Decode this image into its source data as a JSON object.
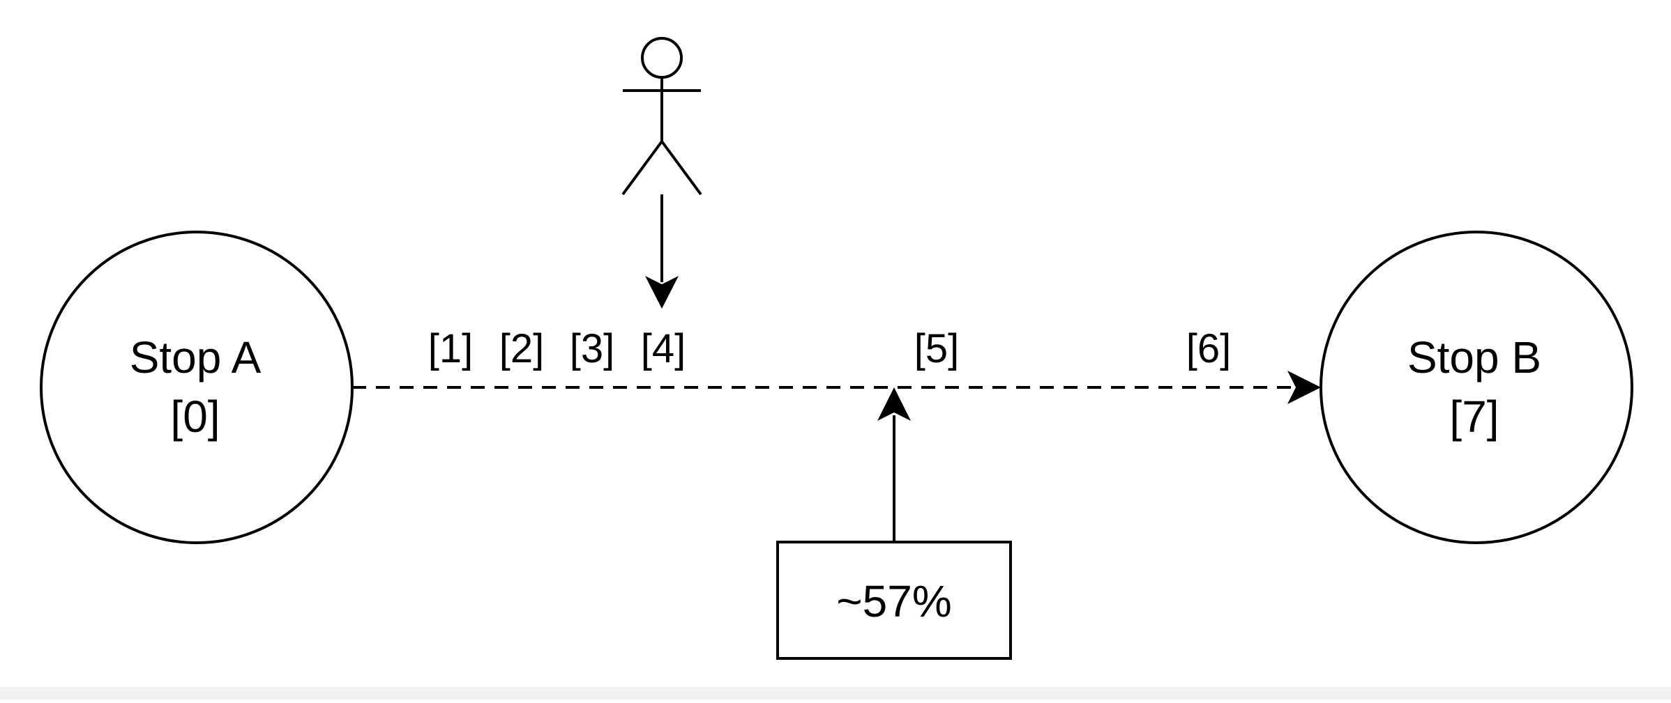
{
  "colors": {
    "stroke": "#000000",
    "background": "#ffffff",
    "footer": "#f1f1f1"
  },
  "stop_a": {
    "name": "Stop A",
    "index": "[0]"
  },
  "stop_b": {
    "name": "Stop B",
    "index": "[7]"
  },
  "positions": [
    "[1]",
    "[2]",
    "[3]",
    "[4]",
    "[5]",
    "[6]"
  ],
  "passenger": {
    "icon": "person-icon",
    "current_position": "[4]"
  },
  "progress": {
    "label": "~57%",
    "value_percent": 57
  }
}
